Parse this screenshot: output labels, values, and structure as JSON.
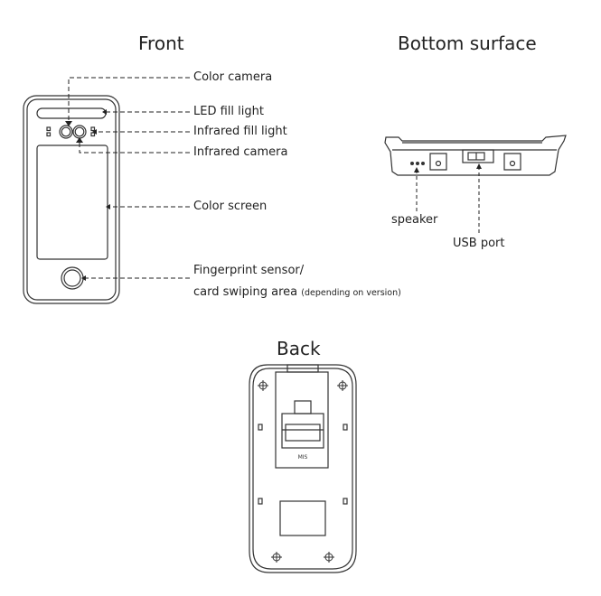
{
  "titles": {
    "front": "Front",
    "bottom": "Bottom surface",
    "back": "Back"
  },
  "front_labels": {
    "color_camera": "Color camera",
    "led_fill_light": "LED fill light",
    "infrared_fill_light": "Infrared fill light",
    "infrared_camera": "Infrared camera",
    "color_screen": "Color screen",
    "fingerprint_line1": "Fingerprint sensor/",
    "fingerprint_line2": "card swiping area",
    "fingerprint_note": "(depending on version)"
  },
  "bottom_labels": {
    "speaker": "speaker",
    "usb_port": "USB port"
  },
  "back_labels": {
    "connector_mark": "MIS"
  },
  "colors": {
    "stroke": "#333333",
    "leader": "#222222"
  }
}
